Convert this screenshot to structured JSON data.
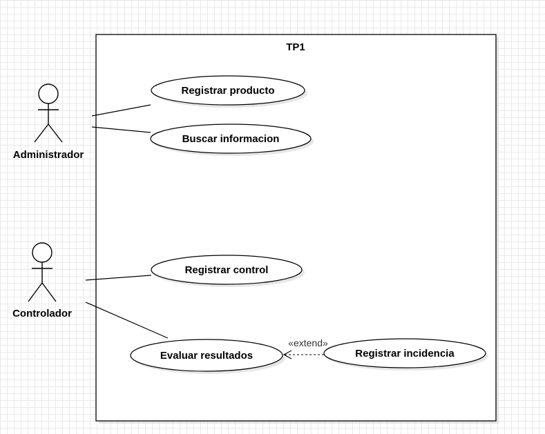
{
  "system": {
    "title": "TP1"
  },
  "actors": {
    "administrador": {
      "label": "Administrador"
    },
    "controlador": {
      "label": "Controlador"
    }
  },
  "use_cases": {
    "registrar_producto": "Registrar producto",
    "buscar_informacion": "Buscar informacion",
    "registrar_control": "Registrar control",
    "evaluar_resultados": "Evaluar resultados",
    "registrar_incidencia": "Registrar incidencia"
  },
  "relations": {
    "extend_label": "«extend»"
  },
  "colors": {
    "stroke": "#000000",
    "fill": "#ffffff",
    "shadow": "#d0d0d0",
    "grid": "#e9e9e9"
  }
}
